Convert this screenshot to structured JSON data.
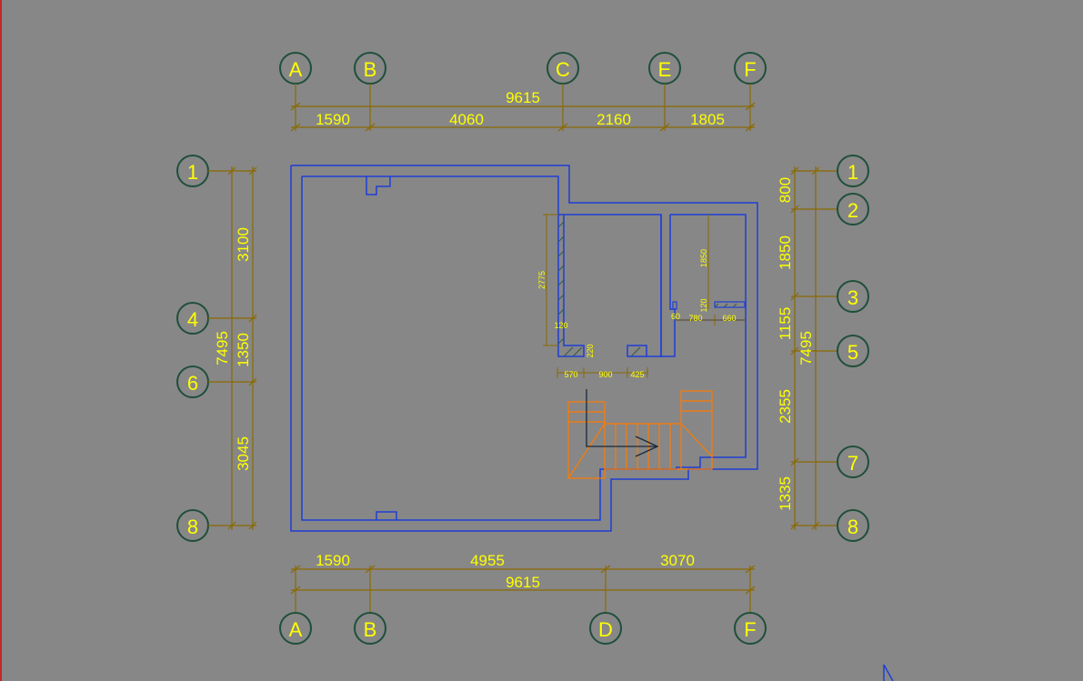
{
  "drawing": {
    "top_axes": {
      "labels": [
        "A",
        "B",
        "C",
        "E",
        "F"
      ],
      "total": "9615",
      "segments": [
        "1590",
        "4060",
        "2160",
        "1805"
      ]
    },
    "bottom_axes": {
      "labels": [
        "A",
        "B",
        "D",
        "F"
      ],
      "total": "9615",
      "segments": [
        "1590",
        "4955",
        "3070"
      ]
    },
    "left_axes": {
      "labels": [
        "1",
        "4",
        "6",
        "8"
      ],
      "total": "7495",
      "segments": [
        "3100",
        "1350",
        "3045"
      ]
    },
    "right_axes": {
      "labels": [
        "1",
        "2",
        "3",
        "5",
        "7",
        "8"
      ],
      "total": "7495",
      "segments": [
        "800",
        "1850",
        "1155",
        "2355",
        "1335"
      ]
    },
    "interior_dims": {
      "wall_height": "2775",
      "wall_thk_a": "120",
      "wall_thk_b": "220",
      "door_a": "570",
      "door_b": "900",
      "door_c": "425",
      "right_height": "1850",
      "right_thk": "120",
      "right_small": "60",
      "right_a": "780",
      "right_b": "660"
    },
    "colors": {
      "background": "#878787",
      "dimension_line": "#8a6a00",
      "text": "#ffff00",
      "axis_bubble_stroke": "#1f4f3a",
      "wall": "#1f3fd6",
      "stair": "#ff7a00",
      "hatch": "#2f5a4a",
      "border": "#c0282b"
    }
  }
}
